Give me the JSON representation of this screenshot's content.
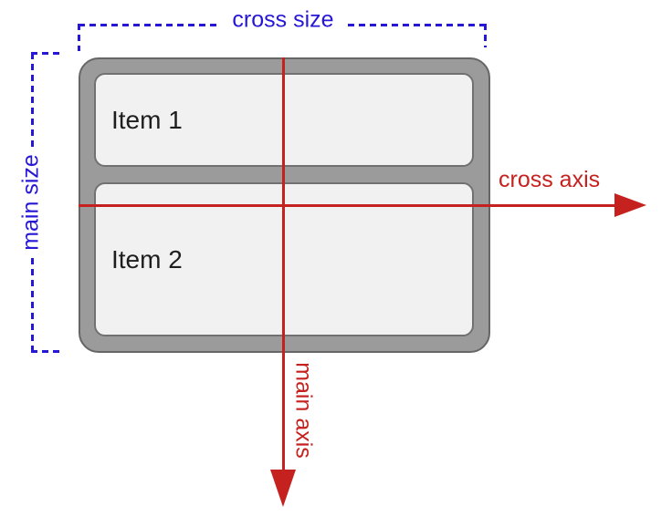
{
  "labels": {
    "cross_size": "cross size",
    "main_size": "main size",
    "cross_axis": "cross axis",
    "main_axis": "main axis"
  },
  "container": {
    "items": [
      {
        "label": "Item 1"
      },
      {
        "label": "Item 2"
      }
    ]
  },
  "colors": {
    "size_annotation_blue": "#2617d6",
    "axis_annotation_red": "#c5221f",
    "container_fill": "#9b9b9b",
    "container_border": "#666666",
    "item_fill": "#f1f1f2",
    "item_border": "#717171",
    "item_text": "#1e1e1e",
    "background": "#ffffff"
  }
}
